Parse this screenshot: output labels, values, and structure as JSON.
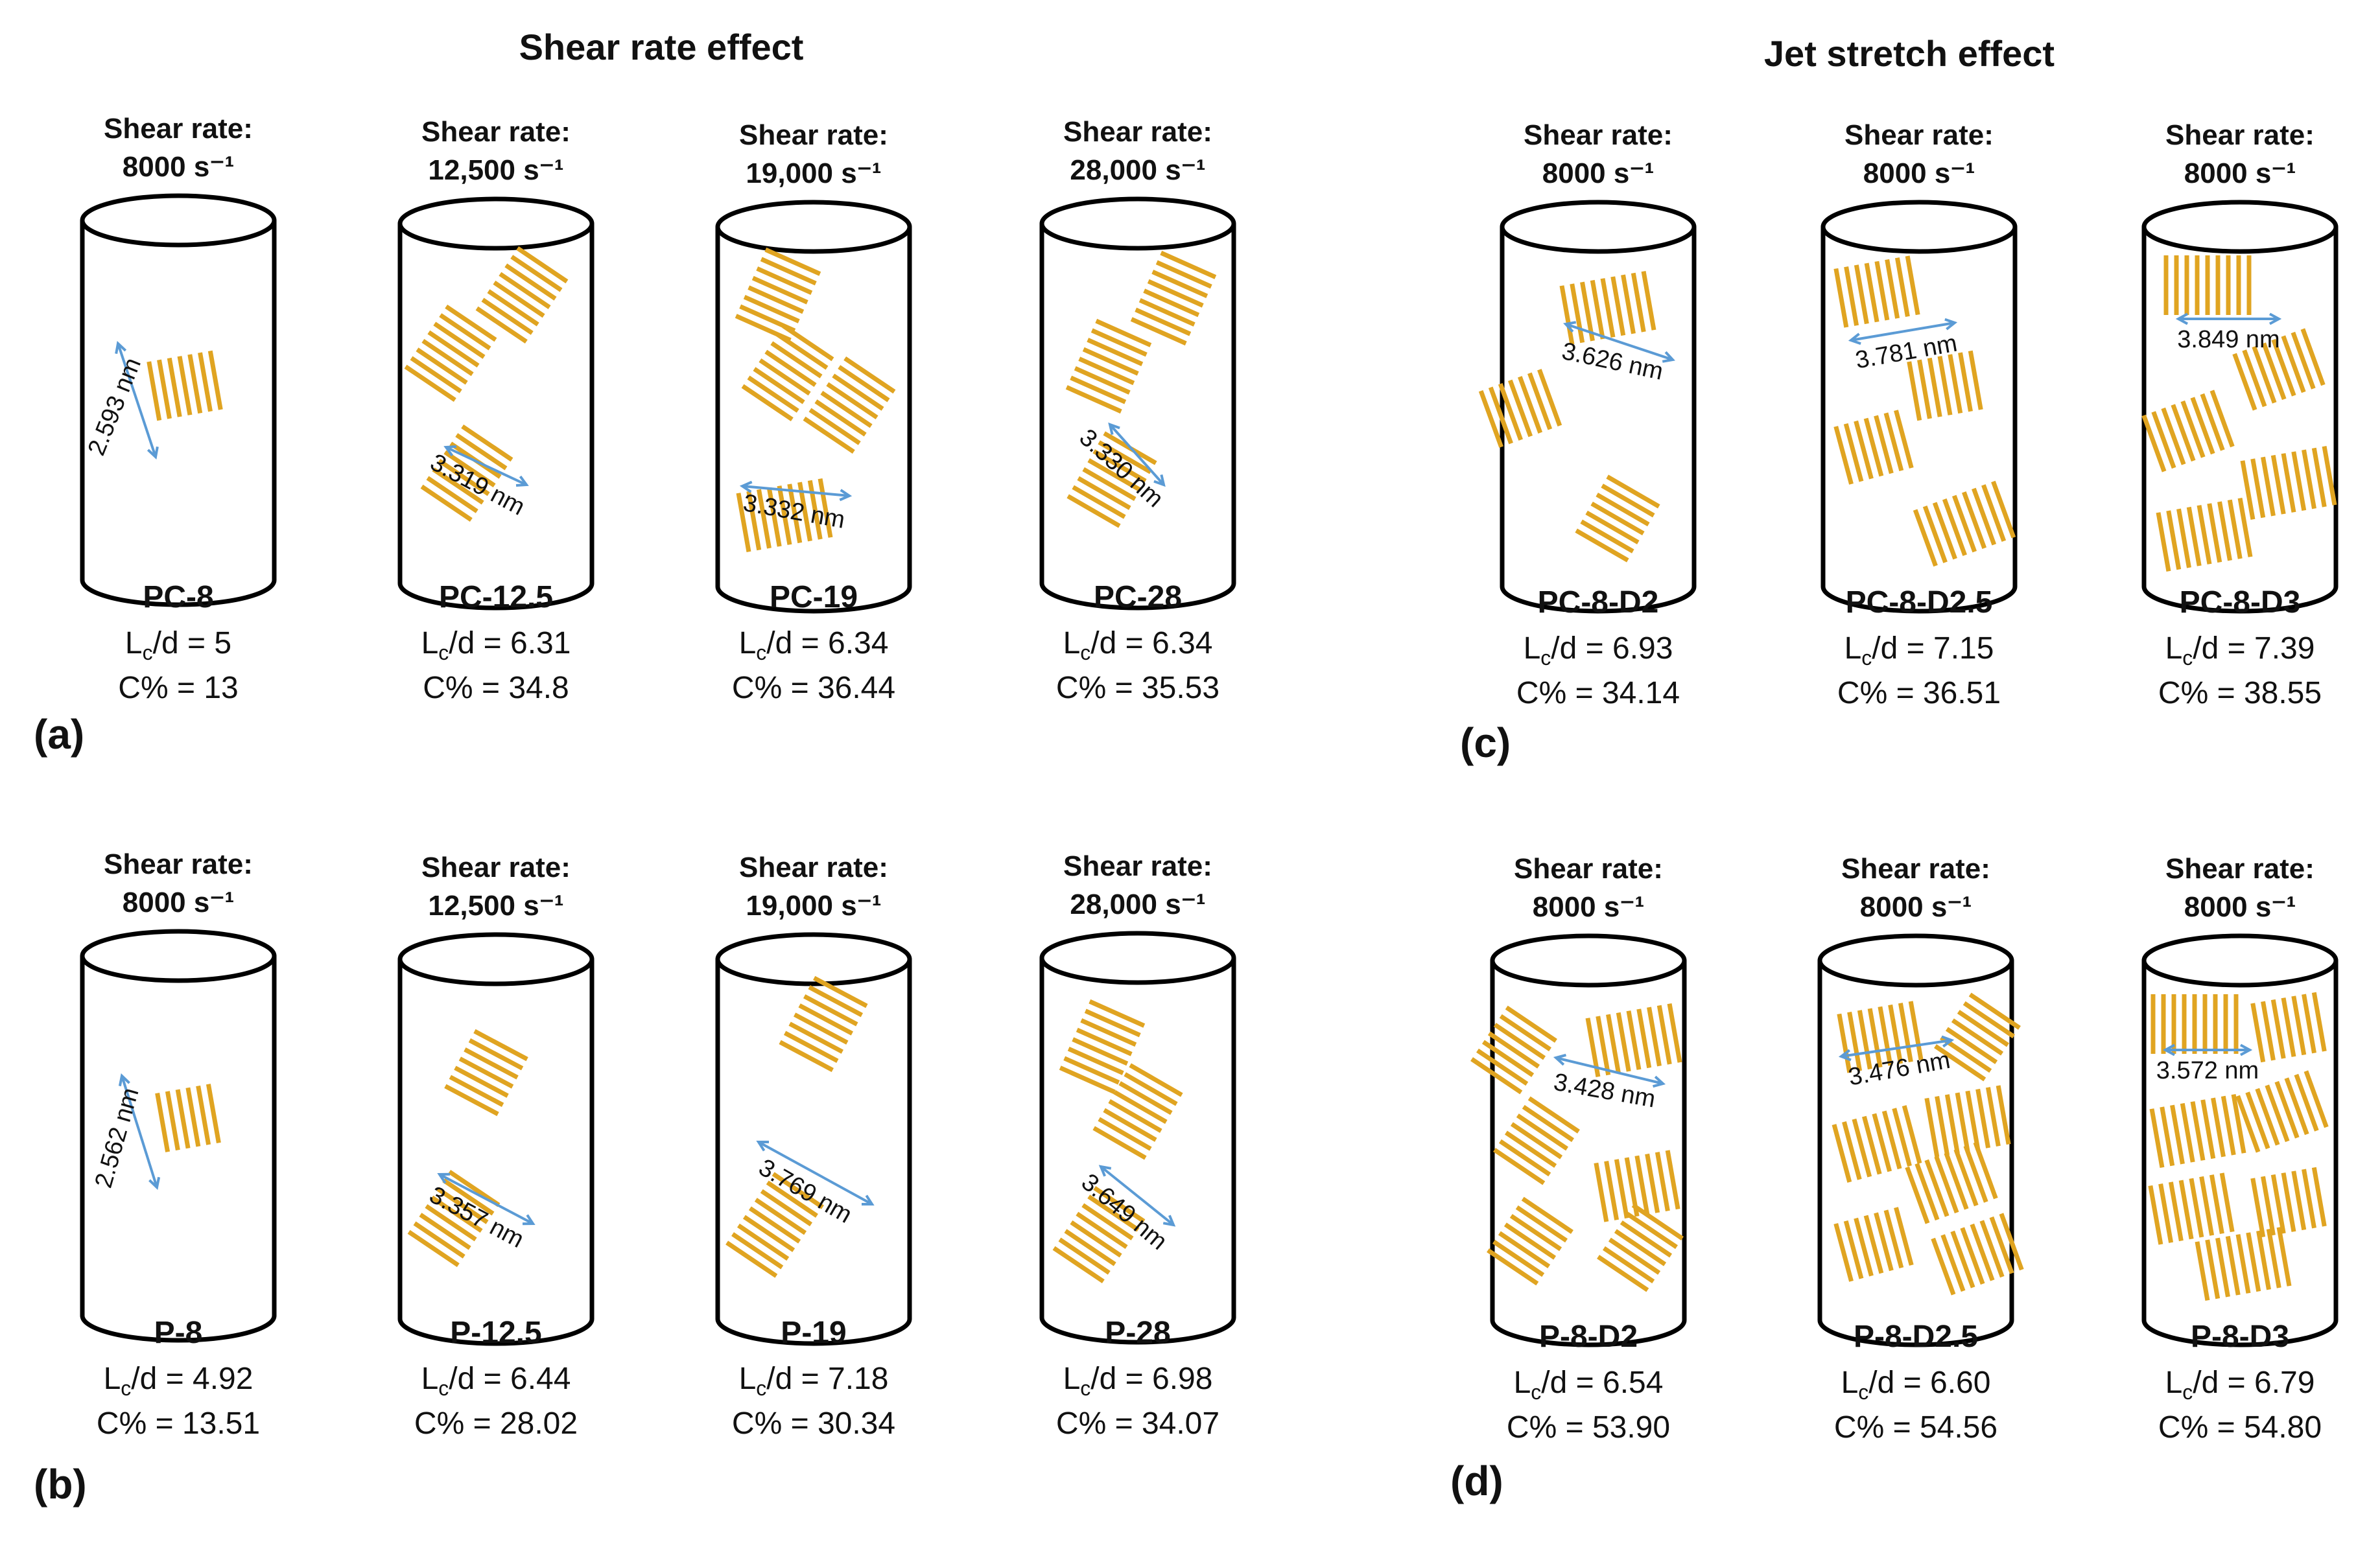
{
  "titles": {
    "left": "Shear rate effect",
    "right": "Jet stretch effect"
  },
  "panel_labels": [
    "(a)",
    "(b)",
    "(c)",
    "(d)"
  ],
  "rate_label": "Shear rate:",
  "samples": [
    {
      "id": "PC-8",
      "rate": "8000 s⁻¹",
      "name": "PC-8",
      "lcd": "5",
      "c": "13",
      "measure": "2.593 nm"
    },
    {
      "id": "PC-12.5",
      "rate": "12,500 s⁻¹",
      "name": "PC-12.5",
      "lcd": "6.31",
      "c": "34.8",
      "measure": "3.319 nm"
    },
    {
      "id": "PC-19",
      "rate": "19,000 s⁻¹",
      "name": "PC-19",
      "lcd": "6.34",
      "c": "36.44",
      "measure": "3.332 nm"
    },
    {
      "id": "PC-28",
      "rate": "28,000 s⁻¹",
      "name": "PC-28",
      "lcd": "6.34",
      "c": "35.53",
      "measure": "3.330 nm"
    },
    {
      "id": "P-8",
      "rate": "8000 s⁻¹",
      "name": "P-8",
      "lcd": "4.92",
      "c": "13.51",
      "measure": "2.562 nm"
    },
    {
      "id": "P-12.5",
      "rate": "12,500 s⁻¹",
      "name": "P-12.5",
      "lcd": "6.44",
      "c": "28.02",
      "measure": "3.357 nm"
    },
    {
      "id": "P-19",
      "rate": "19,000 s⁻¹",
      "name": "P-19",
      "lcd": "7.18",
      "c": "30.34",
      "measure": "3.769 nm"
    },
    {
      "id": "P-28",
      "rate": "28,000 s⁻¹",
      "name": "P-28",
      "lcd": "6.98",
      "c": "34.07",
      "measure": "3.649 nm"
    },
    {
      "id": "PC-8-D2",
      "rate": "8000 s⁻¹",
      "name": "PC-8-D2",
      "lcd": "6.93",
      "c": "34.14",
      "measure": "3.626 nm"
    },
    {
      "id": "PC-8-D2.5",
      "rate": "8000 s⁻¹",
      "name": "PC-8-D2.5",
      "lcd": "7.15",
      "c": "36.51",
      "measure": "3.781 nm"
    },
    {
      "id": "PC-8-D3",
      "rate": "8000 s⁻¹",
      "name": "PC-8-D3",
      "lcd": "7.39",
      "c": "38.55",
      "measure": "3.849 nm"
    },
    {
      "id": "P-8-D2",
      "rate": "8000 s⁻¹",
      "name": "P-8-D2",
      "lcd": "6.54",
      "c": "53.90",
      "measure": "3.428 nm"
    },
    {
      "id": "P-8-D2.5",
      "rate": "8000 s⁻¹",
      "name": "P-8-D2.5",
      "lcd": "6.60",
      "c": "54.56",
      "measure": "3.476 nm"
    },
    {
      "id": "P-8-D3",
      "rate": "8000 s⁻¹",
      "name": "P-8-D3",
      "lcd": "6.79",
      "c": "54.80",
      "measure": "3.572 nm"
    }
  ]
}
